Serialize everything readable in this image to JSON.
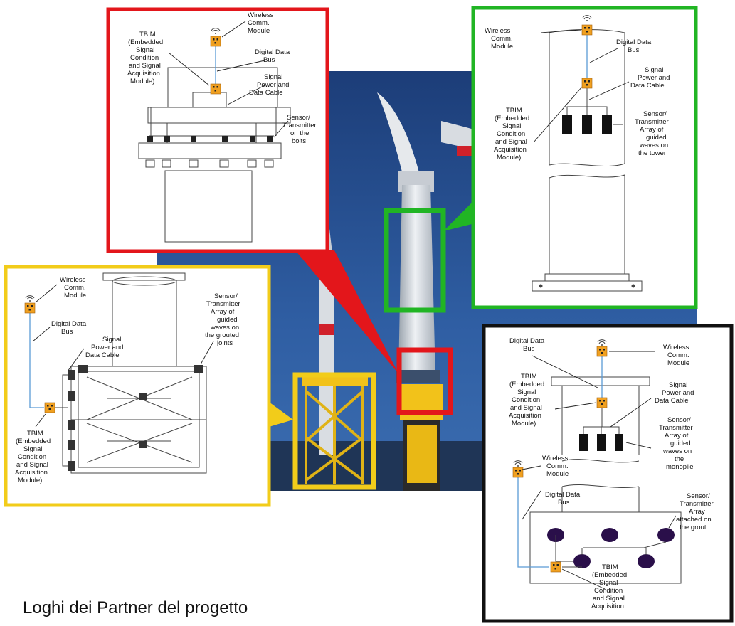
{
  "red_panel": {
    "wireless": [
      "Wireless",
      "Comm.",
      "Module"
    ],
    "tbim": [
      "TBIM",
      "(Embedded",
      "Signal",
      "Condition",
      "and Signal",
      "Acquisition",
      "Module)"
    ],
    "bus": [
      "Digital Data",
      "Bus"
    ],
    "cable": [
      "Signal",
      "Power and",
      "Data Cable"
    ],
    "sensor": [
      "Sensor/",
      "Transmitter",
      "on the",
      "bolts"
    ]
  },
  "green_panel": {
    "wireless": [
      "Wireless",
      "Comm.",
      "Module"
    ],
    "bus": [
      "Digital Data",
      "Bus"
    ],
    "cable": [
      "Signal",
      "Power and",
      "Data Cable"
    ],
    "tbim": [
      "TBIM",
      "(Embedded",
      "Signal",
      "Condition",
      "and Signal",
      "Acquisition",
      "Module)"
    ],
    "sensor": [
      "Sensor/",
      "Transmitter",
      "Array of",
      "guided",
      "waves on",
      "the tower"
    ]
  },
  "yellow_panel": {
    "wireless": [
      "Wireless",
      "Comm.",
      "Module"
    ],
    "bus": [
      "Digital Data",
      "Bus"
    ],
    "cable": [
      "Signal",
      "Power and",
      "Data Cable"
    ],
    "sensor": [
      "Sensor/",
      "Transmitter",
      "Array of",
      "guided",
      "waves on",
      "the grouted",
      "joints"
    ],
    "tbim": [
      "TBIM",
      "(Embedded",
      "Signal",
      "Condition",
      "and Signal",
      "Acquisition",
      "Module)"
    ]
  },
  "black_panel": {
    "bus_top": [
      "Digital Data",
      "Bus"
    ],
    "wireless_top": [
      "Wireless",
      "Comm.",
      "Module"
    ],
    "tbim_top": [
      "TBIM",
      "(Embedded",
      "Signal",
      "Condition",
      "and Signal",
      "Acquisition",
      "Module)"
    ],
    "cable": [
      "Signal",
      "Power and",
      "Data Cable"
    ],
    "sensor_top": [
      "Sensor/",
      "Transmitter",
      "Array of",
      "guided",
      "waves on",
      "the",
      "monopile"
    ],
    "wireless_bottom": [
      "Wireless",
      "Comm.",
      "Module"
    ],
    "bus_bottom": [
      "Digital Data",
      "Bus"
    ],
    "sensor_bottom": [
      "Sensor/",
      "Transmitter",
      "Array",
      "attached on",
      "the grout"
    ],
    "tbim_bottom": [
      "TBIM",
      "(Embedded",
      "Signal",
      "Condition",
      "and Signal",
      "Acquisition"
    ]
  },
  "caption": "Loghi  dei Partner del progetto",
  "colors": {
    "red": "#e3161b",
    "green": "#21b524",
    "yellow": "#f2cc1a",
    "black": "#111111",
    "sky": "#2a4e8c",
    "module": "#f0a020"
  }
}
